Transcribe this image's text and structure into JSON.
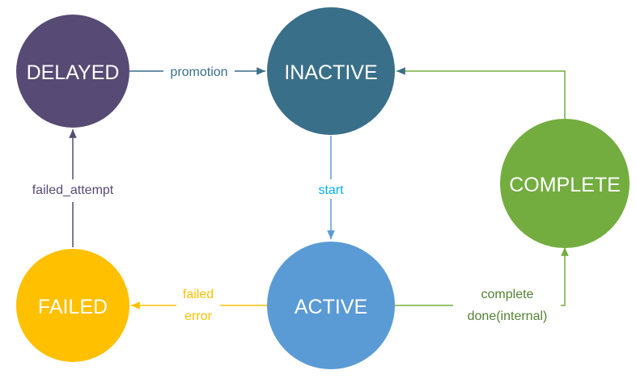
{
  "nodes": {
    "delayed": {
      "label": "DELAYED",
      "color": "#574a74"
    },
    "inactive": {
      "label": "INACTIVE",
      "color": "#3a6f8a"
    },
    "complete": {
      "label": "COMPLETE",
      "color": "#73ad3f"
    },
    "active": {
      "label": "ACTIVE",
      "color": "#5b9bd5"
    },
    "failed": {
      "label": "FAILED",
      "color": "#ffc000"
    }
  },
  "edges": {
    "promotion": {
      "label": "promotion",
      "color": "#3a6f8a"
    },
    "start": {
      "label": "start",
      "color": "#00b0f0"
    },
    "failed_error": {
      "line1": "failed",
      "line2": "error",
      "color": "#ffc000"
    },
    "complete_done": {
      "line1": "complete",
      "line2": "done(internal)",
      "color": "#548235"
    },
    "failed_attempt": {
      "label": "failed_attempt",
      "color": "#574a74"
    },
    "complete_return": {
      "color": "#73ad3f"
    }
  }
}
